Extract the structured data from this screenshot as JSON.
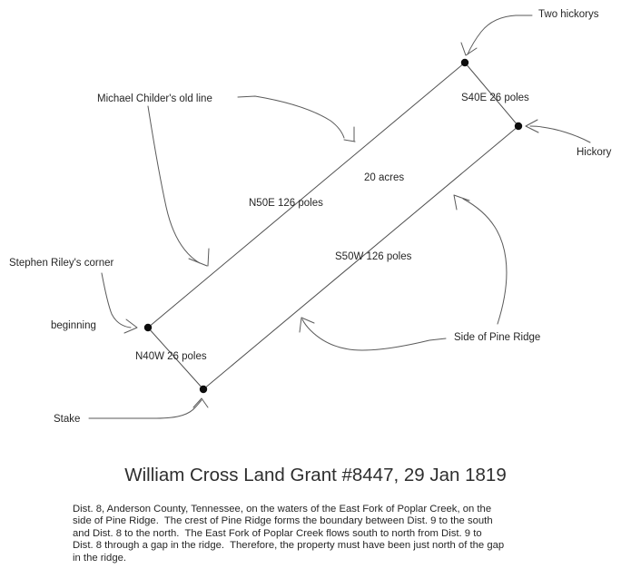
{
  "colors": {
    "background": "#ffffff",
    "ink": "#262626",
    "boundary_line": "#4f4f4f",
    "arrow_line": "#5a5a5a",
    "corner_dot": "#0d0d0d"
  },
  "diagram": {
    "acreage": "20 acres",
    "sides": {
      "n50e": "N50E 126 poles",
      "s40e": "S40E 26 poles",
      "s50w": "S50W 126 poles",
      "n40w": "N40W 26 poles"
    },
    "callouts": {
      "two_hickorys": "Two hickorys",
      "hickory": "Hickory",
      "michael_childers_old_line": "Michael Childer's old line",
      "stephen_rileys_corner": "Stephen Riley's corner",
      "beginning": "beginning",
      "stake": "Stake",
      "side_of_pine_ridge": "Side of Pine Ridge"
    }
  },
  "title": "William Cross Land Grant #8447, 29 Jan 1819",
  "description": {
    "lines": [
      "Dist. 8, Anderson County, Tennessee, on the waters of the East Fork of Poplar Creek, on the",
      "side of Pine Ridge.  The crest of Pine Ridge forms the boundary between Dist. 9 to the south",
      "and Dist. 8 to the north.  The East Fork of Poplar Creek flows south to north from Dist. 9 to",
      "Dist. 8 through a gap in the ridge.  Therefore, the property must have been just north of the gap",
      "in the ridge."
    ]
  }
}
